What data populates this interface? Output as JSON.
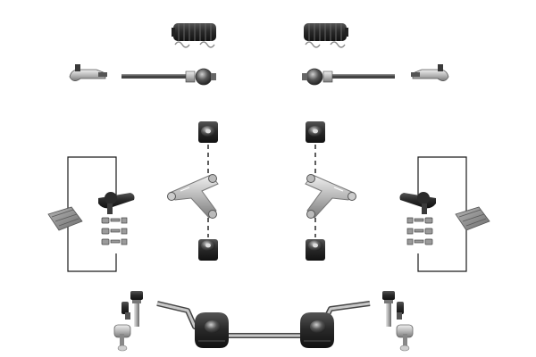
{
  "title": "",
  "layout": "mirrored-exploded-view",
  "colors": {
    "background": "#ffffff",
    "rubber_dark": "#2a2a2a",
    "rubber_mid": "#3f3f3f",
    "metal_light": "#d9d9d9",
    "metal_mid": "#a8a8a8",
    "metal_dark": "#6e6e6e",
    "connector_line": "#1a1a1a",
    "spring_wire": "#8a8a8a",
    "packet_gray": "#8c8c8c"
  },
  "parts": [
    {
      "name": "steering-rack-boot",
      "icon": "bellows-boot-icon",
      "count": 2
    },
    {
      "name": "tie-rod-end",
      "icon": "tie-rod-end-icon",
      "count": 2
    },
    {
      "name": "inner-tie-rod",
      "icon": "inner-tie-rod-icon",
      "count": 2
    },
    {
      "name": "control-arm-bushing",
      "icon": "bushing-icon",
      "count": 4
    },
    {
      "name": "lower-control-arm",
      "icon": "wishbone-arm-icon",
      "count": 2
    },
    {
      "name": "ball-joint",
      "icon": "ball-joint-icon",
      "count": 2
    },
    {
      "name": "ball-joint-bolt-kit",
      "icon": "bolt-nut-kit-icon",
      "count": 2
    },
    {
      "name": "grease-packet",
      "icon": "grease-packet-icon",
      "count": 2
    },
    {
      "name": "stabilizer-link",
      "icon": "stabilizer-link-icon",
      "count": 2
    },
    {
      "name": "stabilizer-bar",
      "icon": "sway-bar-icon",
      "count": 1
    },
    {
      "name": "stabilizer-bar-bushing",
      "icon": "sway-bar-bushing-icon",
      "count": 2
    }
  ]
}
